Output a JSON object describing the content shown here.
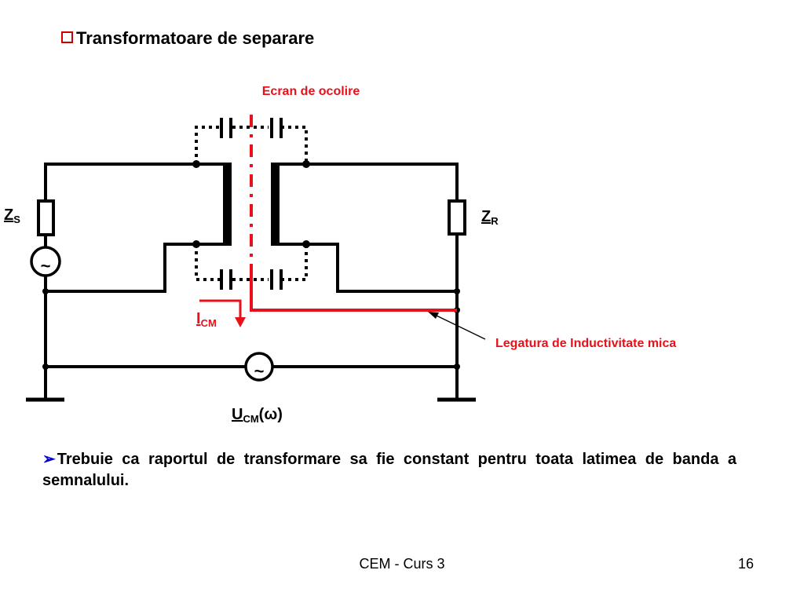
{
  "slide": {
    "title": "Transformatoare de separare",
    "body_text": "Trebuie ca raportul de transformare sa fie constant pentru toata latimea de banda a semnalului.",
    "footer_left": "CEM - Curs 3",
    "page_number": "16"
  },
  "diagram": {
    "screen_label": "Ecran de ocolire",
    "low_inductance_label": "Legatura de Inductivitate mica",
    "zs_main": "Z",
    "zs_sub": "S",
    "zr_main": "Z",
    "zr_sub": "R",
    "icm_main": "I",
    "icm_sub": "CM",
    "ucm_main": "U",
    "ucm_sub": "CM",
    "ucm_arg": "(ω)",
    "source_symbol": "~",
    "colors": {
      "wire": "#000000",
      "highlight": "#e8101a"
    }
  }
}
